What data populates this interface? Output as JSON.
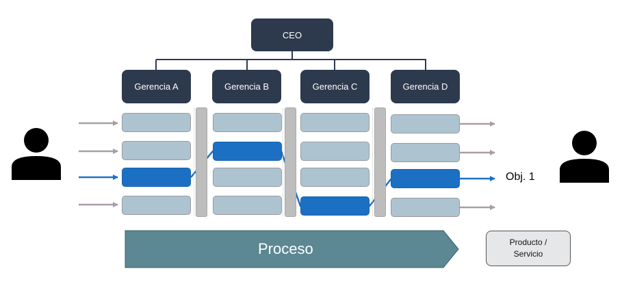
{
  "org": {
    "ceo": "CEO",
    "departments": [
      {
        "label": "Gerencia A",
        "active_row": 3
      },
      {
        "label": "Gerencia B",
        "active_row": 2
      },
      {
        "label": "Gerencia C",
        "active_row": 4
      },
      {
        "label": "Gerencia D",
        "active_row": 3
      }
    ],
    "rows_per_department": 4
  },
  "flow": {
    "objective_label": "Obj. 1",
    "process_label": "Proceso",
    "output_label_line1": "Producto /",
    "output_label_line2": "Servicio"
  },
  "icons": {
    "customer_left": "person-icon",
    "customer_right": "person-icon"
  },
  "colors": {
    "node_dark": "#2d3a4e",
    "cell_default": "#adc4d0",
    "cell_active": "#1b70c4",
    "arrow_default": "#a79ea6",
    "arrow_active": "#1b70c4",
    "process_fill": "#5b8892"
  }
}
